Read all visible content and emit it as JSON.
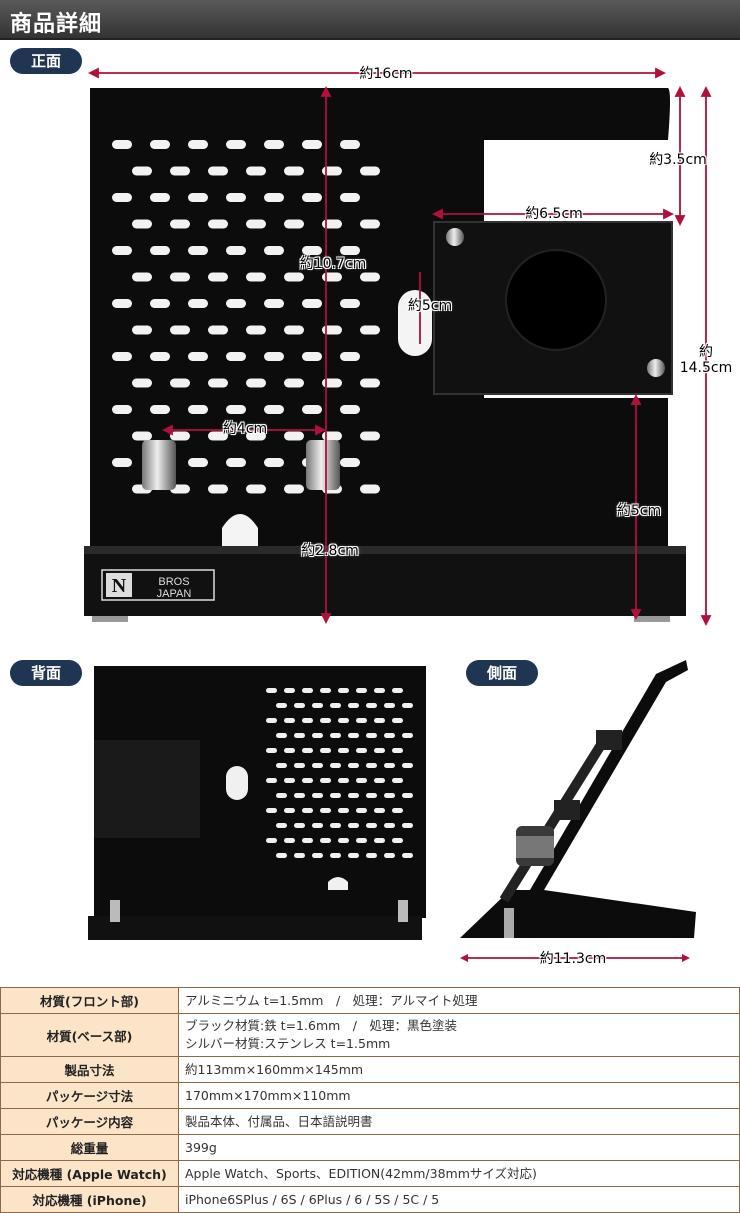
{
  "header": {
    "title": "商品詳細"
  },
  "views": {
    "front": "正面",
    "back": "背面",
    "side": "側面"
  },
  "dimensions": {
    "width": "約16cm",
    "top_cut": "約3.5cm",
    "plate_width": "約6.5cm",
    "height_inner": "約10.7cm",
    "slot": "約5cm",
    "total_height": "約14.5cm",
    "knob_gap": "約4cm",
    "lower_cut": "約5cm",
    "base_height": "約2.8cm",
    "depth": "約11.3cm"
  },
  "logo": {
    "letter": "N",
    "line1": "BROS",
    "line2": "JAPAN"
  },
  "colors": {
    "product": "#0c0c0c",
    "dim_line": "#b0103a",
    "pill": "#1f3552",
    "table_key": "#fbe4c8",
    "table_border": "#8a6a4a"
  },
  "specs": [
    {
      "key": "材質(フロント部)",
      "lines": [
        "アルミニウム t=1.5mm　/　処理：アルマイト処理"
      ]
    },
    {
      "key": "材質(ベース部)",
      "lines": [
        "ブラック材質:鉄 t=1.6mm　/　処理：黒色塗装",
        "シルバー材質:ステンレス t=1.5mm"
      ]
    },
    {
      "key": "製品寸法",
      "lines": [
        "約113mm×160mm×145mm"
      ]
    },
    {
      "key": "パッケージ寸法",
      "lines": [
        "170mm×170mm×110mm"
      ]
    },
    {
      "key": "パッケージ内容",
      "lines": [
        "製品本体、付属品、日本語説明書"
      ]
    },
    {
      "key": "総重量",
      "lines": [
        "399g"
      ]
    },
    {
      "key": "対応機種 (Apple Watch)",
      "lines": [
        "Apple Watch、Sports、EDITION(42mm/38mmサイズ対応)"
      ]
    },
    {
      "key": "対応機種 (iPhone)",
      "lines": [
        "iPhone6SPlus / 6S / 6Plus / 6 / 5S / 5C / 5"
      ]
    }
  ]
}
